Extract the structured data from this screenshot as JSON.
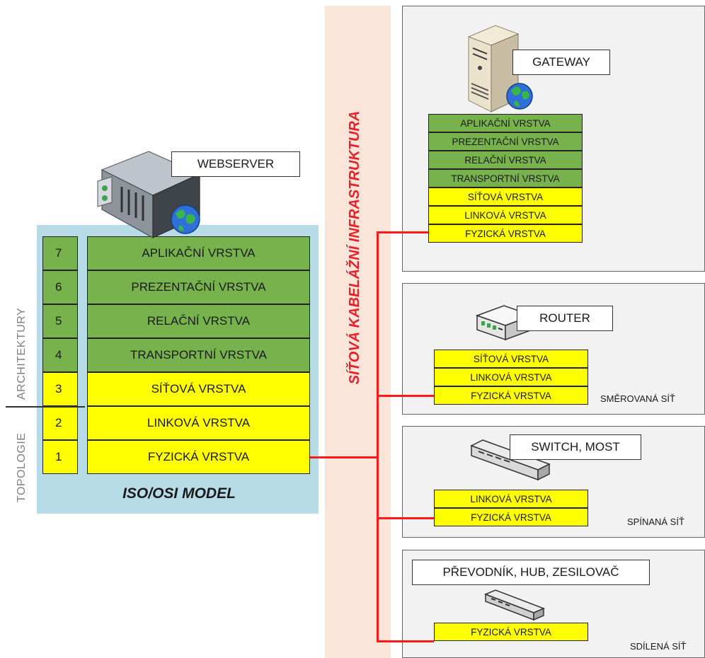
{
  "colors": {
    "upper_layers": "#77b24d",
    "lower_layers": "#ffff00",
    "cabling": "#ff1a1a",
    "osi_background": "#b7dce8",
    "infra_band": "#fbe4d8"
  },
  "osi": {
    "title": "ISO/OSI MODEL",
    "server_label": "WEBSERVER",
    "side_architecture": "ARCHITEKTURY",
    "side_topology": "TOPOLOGIE",
    "layers": [
      {
        "num": "7",
        "name": "APLIKAČNÍ VRSTVA"
      },
      {
        "num": "6",
        "name": "PREZENTAČNÍ VRSTVA"
      },
      {
        "num": "5",
        "name": "RELAČNÍ VRSTVA"
      },
      {
        "num": "4",
        "name": "TRANSPORTNÍ VRSTVA"
      },
      {
        "num": "3",
        "name": "SÍŤOVÁ VRSTVA"
      },
      {
        "num": "2",
        "name": "LINKOVÁ VRSTVA"
      },
      {
        "num": "1",
        "name": "FYZICKÁ VRSTVA"
      }
    ]
  },
  "infrastructure_label": "SÍŤOVÁ KABELÁŽNÍ INFRASTRUKTURA",
  "gateway": {
    "label": "GATEWAY",
    "layers": [
      "APLIKAČNÍ VRSTVA",
      "PREZENTAČNÍ VRSTVA",
      "RELAČNÍ VRSTVA",
      "TRANSPORTNÍ VRSTVA",
      "SÍŤOVÁ VRSTVA",
      "LINKOVÁ VRSTVA",
      "FYZICKÁ VRSTVA"
    ]
  },
  "router": {
    "label": "ROUTER",
    "layers": [
      "SÍŤOVÁ VRSTVA",
      "LINKOVÁ VRSTVA",
      "FYZICKÁ VRSTVA"
    ],
    "network": "SMĚROVANÁ SÍŤ"
  },
  "switch": {
    "label": "SWITCH, MOST",
    "layers": [
      "LINKOVÁ VRSTVA",
      "FYZICKÁ VRSTVA"
    ],
    "network": "SPÍNANÁ SÍŤ"
  },
  "hub": {
    "label": "PŘEVODNÍK, HUB, ZESILOVAČ",
    "layers": [
      "FYZICKÁ VRSTVA"
    ],
    "network": "SDÍLENÁ SÍŤ"
  }
}
